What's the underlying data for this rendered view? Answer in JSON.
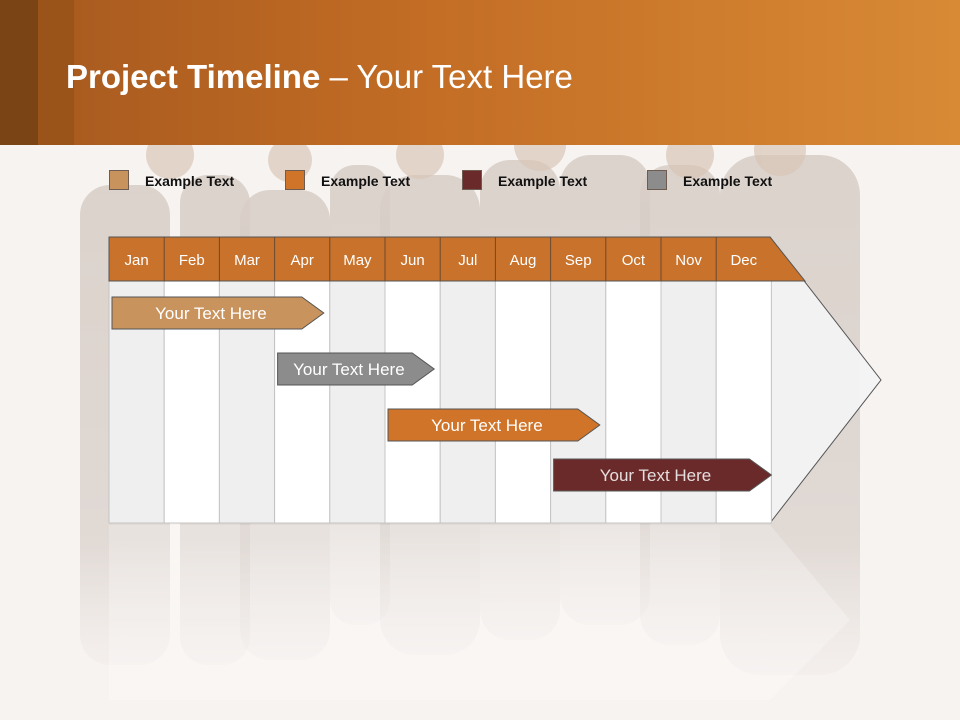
{
  "title": {
    "bold": "Project Timeline",
    "rest": " – Your Text Here"
  },
  "legend": [
    {
      "label": "Example Text",
      "color": "#c9935e"
    },
    {
      "label": "Example Text",
      "color": "#d0742a"
    },
    {
      "label": "Example Text",
      "color": "#6a2a2a"
    },
    {
      "label": "Example Text",
      "color": "#8c8c8c"
    }
  ],
  "months": [
    "Jan",
    "Feb",
    "Mar",
    "Apr",
    "May",
    "Jun",
    "Jul",
    "Aug",
    "Sep",
    "Oct",
    "Nov",
    "Dec"
  ],
  "tasks": [
    {
      "label": "Your  Text Here",
      "start": 0,
      "end": 4,
      "color": "#c9935e",
      "text_color": "#ffffff"
    },
    {
      "label": "Your  Text Here",
      "start": 3,
      "end": 6,
      "color": "#8c8c8c",
      "text_color": "#ffffff"
    },
    {
      "label": "Your  Text Here",
      "start": 5,
      "end": 9,
      "color": "#d0742a",
      "text_color": "#ffffff"
    },
    {
      "label": "Your  Text Here",
      "start": 8,
      "end": 12,
      "color": "#6a2a2a",
      "text_color": "#ffffff"
    }
  ],
  "colors": {
    "header": "#c36d25",
    "month_bar": "#c8722b"
  }
}
